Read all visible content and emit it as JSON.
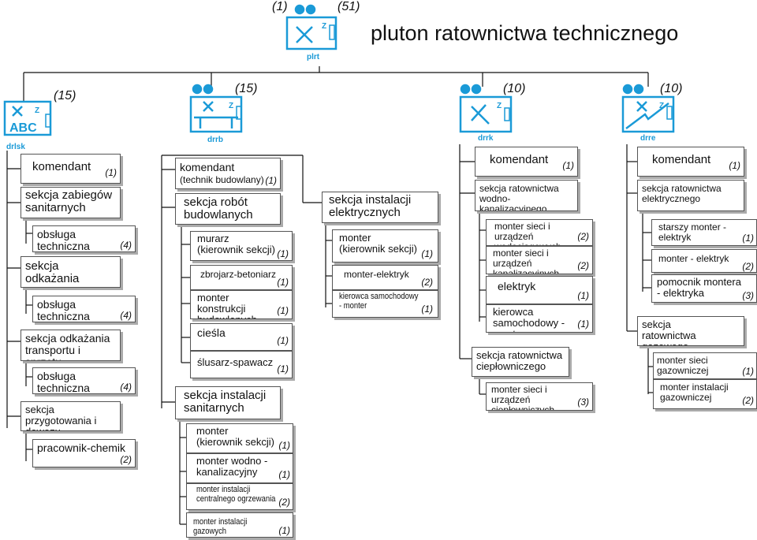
{
  "colors": {
    "symbol": "#1a9ad7",
    "line": "#111111",
    "box_border": "#555555"
  },
  "title": "pluton ratownictwa technicznego",
  "top_unit": {
    "code": "plrt",
    "count_left": "(1)",
    "count_right": "(51)"
  },
  "columns": [
    {
      "code": "drlsk",
      "symbol_text": "ABC",
      "strength": "(15)",
      "head": {
        "label": "komendant",
        "count": "(1)"
      },
      "items": [
        {
          "label": "sekcja zabiegów sanitarnych",
          "sub": [
            {
              "label": "obsługa techniczna",
              "count": "(4)"
            }
          ]
        },
        {
          "label": "sekcja odkażania terenu",
          "sub": [
            {
              "label": "obsługa techniczna",
              "count": "(4)"
            }
          ]
        },
        {
          "label": "sekcja odkażania transportu i sprzętu",
          "sub": [
            {
              "label": "obsługa techniczna",
              "count": "(4)"
            }
          ]
        },
        {
          "label": "sekcja przygotowania i dowozu odkażalników",
          "sub": [
            {
              "label": "pracownik-chemik",
              "count": "(2)"
            }
          ]
        }
      ]
    },
    {
      "code": "drrb",
      "strength": "(15)",
      "head": {
        "label": "komendant",
        "note": "(technik budowlany)",
        "count": "(1)"
      },
      "items": [
        {
          "label": "sekcja robót budowlanych",
          "sub": [
            {
              "label": "murarz",
              "note": "(kierownik sekcji)",
              "count": "(1)"
            },
            {
              "label": "zbrojarz-betoniarz",
              "count": "(1)"
            },
            {
              "label": "monter konstrukcji budowlanych",
              "count": "(1)"
            },
            {
              "label": "cieśla",
              "count": "(1)"
            },
            {
              "label": "ślusarz-spawacz",
              "count": "(1)"
            }
          ]
        },
        {
          "label": "sekcja instalacji sanitarnych",
          "sub": [
            {
              "label": "monter",
              "note": "(kierownik sekcji)",
              "count": "(1)"
            },
            {
              "label": "monter wodno -kanalizacyjny",
              "count": "(1)"
            },
            {
              "label": "monter instalacji centralnego ogrzewania",
              "count": "(2)"
            },
            {
              "label": "monter instalacji gazowych",
              "count": "(1)"
            }
          ]
        },
        {
          "label": "sekcja instalacji elektrycznych",
          "sub": [
            {
              "label": "monter",
              "note": "(kierownik sekcji)",
              "count": "(1)"
            },
            {
              "label": "monter-elektryk",
              "count": "(2)"
            },
            {
              "label": "kierowca samochodowy - monter",
              "count": "(1)"
            }
          ]
        }
      ]
    },
    {
      "code": "drrk",
      "strength": "(10)",
      "head": {
        "label": "komendant",
        "count": "(1)"
      },
      "items": [
        {
          "label": "sekcja ratownictwa wodno-kanalizacyjnego",
          "sub": [
            {
              "label": "monter sieci i urządzeń wodociągowych",
              "count": "(2)"
            },
            {
              "label": "monter sieci i urządzeń kanalizacyjnych",
              "count": "(2)"
            },
            {
              "label": "elektryk",
              "count": "(1)"
            },
            {
              "label": "kierowca samochodowy -monter",
              "count": "(1)"
            }
          ]
        },
        {
          "label": "sekcja ratownictwa ciepłowniczego",
          "sub": [
            {
              "label": "monter sieci i urządzeń ciepłowniczych",
              "count": "(3)"
            }
          ]
        }
      ]
    },
    {
      "code": "drre",
      "strength": "(10)",
      "head": {
        "label": "komendant",
        "count": "(1)"
      },
      "items": [
        {
          "label": "sekcja ratownictwa elektrycznego",
          "sub": [
            {
              "label": "starszy monter - elektryk",
              "count": "(1)"
            },
            {
              "label": "monter - elektryk",
              "count": "(2)"
            },
            {
              "label": "pomocnik montera - elektryka",
              "count": "(3)"
            }
          ]
        },
        {
          "label": "sekcja ratownictwa gazowego",
          "sub": [
            {
              "label": "monter sieci gazowniczej",
              "count": "(1)"
            },
            {
              "label": "monter instalacji gazowniczej",
              "count": "(2)"
            }
          ]
        }
      ]
    }
  ]
}
